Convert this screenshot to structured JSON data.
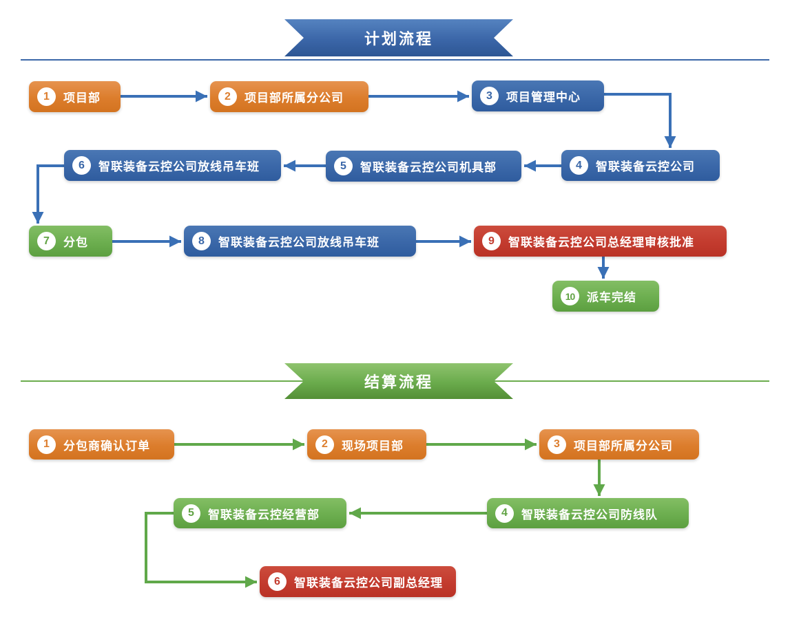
{
  "sections": [
    {
      "banner": "计划流程",
      "nodes": [
        {
          "num": "1",
          "label": "项目部",
          "color": "orange"
        },
        {
          "num": "2",
          "label": "项目部所属分公司",
          "color": "orange"
        },
        {
          "num": "3",
          "label": "项目管理中心",
          "color": "blue"
        },
        {
          "num": "4",
          "label": "智联装备云控公司",
          "color": "blue"
        },
        {
          "num": "5",
          "label": "智联装备云控公司机具部",
          "color": "blue"
        },
        {
          "num": "6",
          "label": "智联装备云控公司放线吊车班",
          "color": "blue"
        },
        {
          "num": "7",
          "label": "分包",
          "color": "green"
        },
        {
          "num": "8",
          "label": "智联装备云控公司放线吊车班",
          "color": "blue"
        },
        {
          "num": "9",
          "label": "智联装备云控公司总经理审核批准",
          "color": "red"
        },
        {
          "num": "10",
          "label": "派车完结",
          "color": "green"
        }
      ]
    },
    {
      "banner": "结算流程",
      "nodes": [
        {
          "num": "1",
          "label": "分包商确认订单",
          "color": "orange"
        },
        {
          "num": "2",
          "label": "现场项目部",
          "color": "orange"
        },
        {
          "num": "3",
          "label": "项目部所属分公司",
          "color": "orange"
        },
        {
          "num": "4",
          "label": "智联装备云控公司防线队",
          "color": "green"
        },
        {
          "num": "5",
          "label": "智联装备云控经营部",
          "color": "green"
        },
        {
          "num": "6",
          "label": "智联装备云控公司副总经理",
          "color": "red"
        }
      ]
    }
  ],
  "colors": {
    "node_orange": "#dd7e2e",
    "node_blue": "#3a67a8",
    "node_green": "#6cae4f",
    "node_red": "#c33b2e",
    "arrow_blue": "#3a70b6",
    "arrow_green": "#60a84a",
    "banner_blue": "#3b66a8",
    "banner_green": "#6aab4c",
    "divider_blue": "#3a67a8",
    "divider_green": "#6bac4d"
  }
}
